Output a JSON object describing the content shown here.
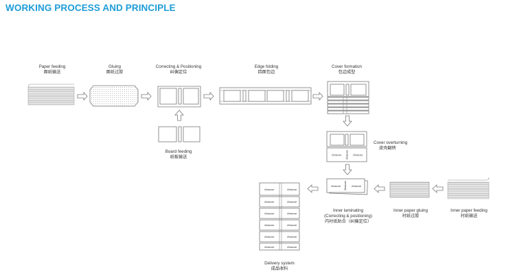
{
  "title": "WORKING PROCESS AND PRINCIPLE",
  "brand_text": "chinaone",
  "steps": {
    "paper_feeding": {
      "en": "Paper feeding",
      "zh": "面纸输送"
    },
    "gluing": {
      "en": "Gluing",
      "zh": "面纸过胶"
    },
    "correcting": {
      "en": "Correcting & Positioning",
      "zh": "纠偏定位"
    },
    "edge_folding": {
      "en": "Edge folding",
      "zh": "四面包边"
    },
    "cover_formation": {
      "en": "Cover formation",
      "zh": "包边成型"
    },
    "board_feeding": {
      "en": "Board feeding",
      "zh": "纸板输送"
    },
    "cover_overturning": {
      "en": "Cover overturning",
      "zh": "皮壳翻转"
    },
    "inner_laminating": {
      "en1": "Inner laminating",
      "en2": "(Correcting & positioning)",
      "zh": "内衬纸贴合（纠偏定位）"
    },
    "inner_gluing": {
      "en": "Inner paper gluing",
      "zh": "衬纸过胶"
    },
    "inner_feeding": {
      "en": "Inner paper feeding",
      "zh": "衬纸输送"
    },
    "delivery": {
      "en": "Delivery system",
      "zh": "成品收料"
    }
  }
}
